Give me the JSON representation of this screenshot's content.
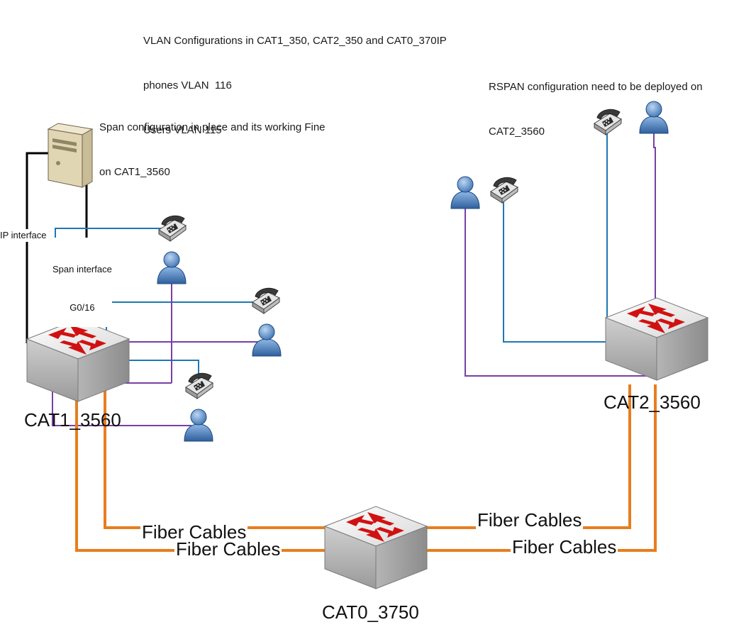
{
  "notes": {
    "vlan": {
      "line1": "VLAN Configurations in CAT1_350, CAT2_350 and CAT0_370IP",
      "line2": "phones VLAN  116",
      "line3": "Users VLAN 115"
    },
    "span": {
      "line1": "Span configuration in place and its working Fine",
      "line2": "on CAT1_3560"
    },
    "rspan": {
      "line1": "RSPAN configuration need to be deployed on",
      "line2": "CAT2_3560"
    }
  },
  "labels": {
    "ip_interface": "IP interface",
    "span_interface_line1": "Span interface",
    "span_interface_line2": "G0/16"
  },
  "switches": {
    "cat1": "CAT1_3560",
    "cat2": "CAT2_3560",
    "cat0": "CAT0_3750"
  },
  "cables": {
    "left_upper": "Fiber Cables",
    "left_lower": "Fiber Cables",
    "right_upper": "Fiber Cables",
    "right_lower": "Fiber Cables"
  },
  "colors": {
    "voice_vlan_line": "#1f77b4",
    "user_vlan_line": "#7a3ea6",
    "fiber_cable": "#e87d1e",
    "server_link": "#000000",
    "switch_arrow": "#d11111"
  }
}
